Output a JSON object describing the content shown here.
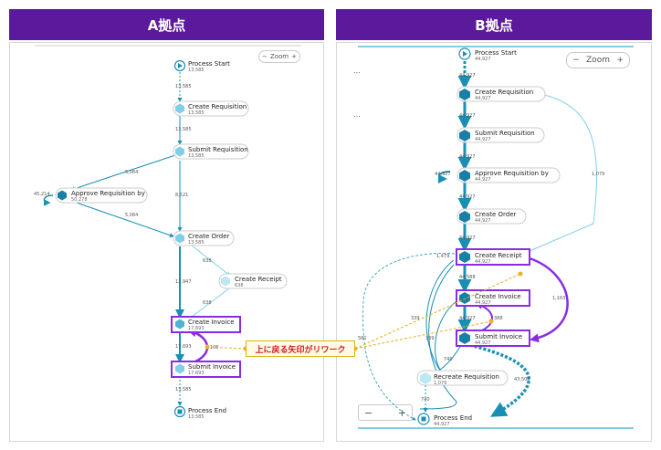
{
  "panels": {
    "a": {
      "title": "A拠点",
      "zoom_label": "Zoom",
      "zoom_minus": "−",
      "zoom_plus": "+"
    },
    "b": {
      "title": "B拠点",
      "zoom_label": "Zoom",
      "zoom_minus": "−",
      "zoom_plus": "+",
      "bottom_minus": "−",
      "bottom_plus": "+",
      "ellipsis_1": "…",
      "ellipsis_2": "…"
    }
  },
  "a_nodes": [
    {
      "id": "start",
      "name": "Process Start",
      "count": "13,585"
    },
    {
      "id": "cr",
      "name": "Create Requisition",
      "count": "13,585"
    },
    {
      "id": "sr",
      "name": "Submit Requisition",
      "count": "13,585"
    },
    {
      "id": "ar",
      "name": "Approve Requisition by",
      "count": "50,278",
      "loop": "45,214"
    },
    {
      "id": "co",
      "name": "Create Order",
      "count": "13,585"
    },
    {
      "id": "rc",
      "name": "Create Receipt",
      "count": "638"
    },
    {
      "id": "ci",
      "name": "Create Invoice",
      "count": "17,693"
    },
    {
      "id": "si",
      "name": "Submit Invoice",
      "count": "17,693"
    },
    {
      "id": "end",
      "name": "Process End",
      "count": "13,585"
    }
  ],
  "a_edges": {
    "start_cr": "13,585",
    "cr_sr": "13,585",
    "sr_ar": "5,064",
    "ar_co": "5,064",
    "sr_co": "8,521",
    "co_rc": "638",
    "rc_ci": "638",
    "co_ci": "12,947",
    "ci_si": "17,693",
    "si_ci": "4,108",
    "si_end": "13,585"
  },
  "b_nodes": [
    {
      "id": "start",
      "name": "Process Start",
      "count": "44,927"
    },
    {
      "id": "cr",
      "name": "Create Requisition",
      "count": "44,927"
    },
    {
      "id": "sr",
      "name": "Submit Requisition",
      "count": "44,927"
    },
    {
      "id": "ar",
      "name": "Approve Requisition by",
      "count": "44,927",
      "loop": "44,927"
    },
    {
      "id": "co",
      "name": "Create Order",
      "count": "44,927"
    },
    {
      "id": "rc",
      "name": "Create Receipt",
      "count": "44,927"
    },
    {
      "id": "ci",
      "name": "Create Invoice",
      "count": "44,927"
    },
    {
      "id": "si",
      "name": "Submit Invoice",
      "count": "44,927"
    },
    {
      "id": "rr",
      "name": "Recreate Requisition",
      "count": "1,079"
    },
    {
      "id": "end",
      "name": "Process End",
      "count": "44,927"
    }
  ],
  "b_edges": {
    "start_cr": "44,927",
    "cr_sr": "44,927",
    "sr_ar": "44,927",
    "ar_co": "44,927",
    "co_rc": "44,927",
    "rc_ci": "44,588",
    "ci_si": "44,927",
    "rc_cr": "1,079",
    "rc_si_right": "1,163",
    "si_ci": "388",
    "rc_left": "1,479",
    "ci_left": "339",
    "si_left": "339",
    "si_rr": "740",
    "rr_end": "740",
    "si_end_dotted": "43,508",
    "far_left": "581"
  },
  "callout": {
    "text": "上に戻る矢印がリワーク"
  },
  "colors": {
    "header": "#5b1a9b",
    "teal": "#1a8fb3",
    "light_teal": "#7fd0e6",
    "highlight": "#8a2be2",
    "callout_border": "#e0b020",
    "callout_text": "#d32020"
  }
}
